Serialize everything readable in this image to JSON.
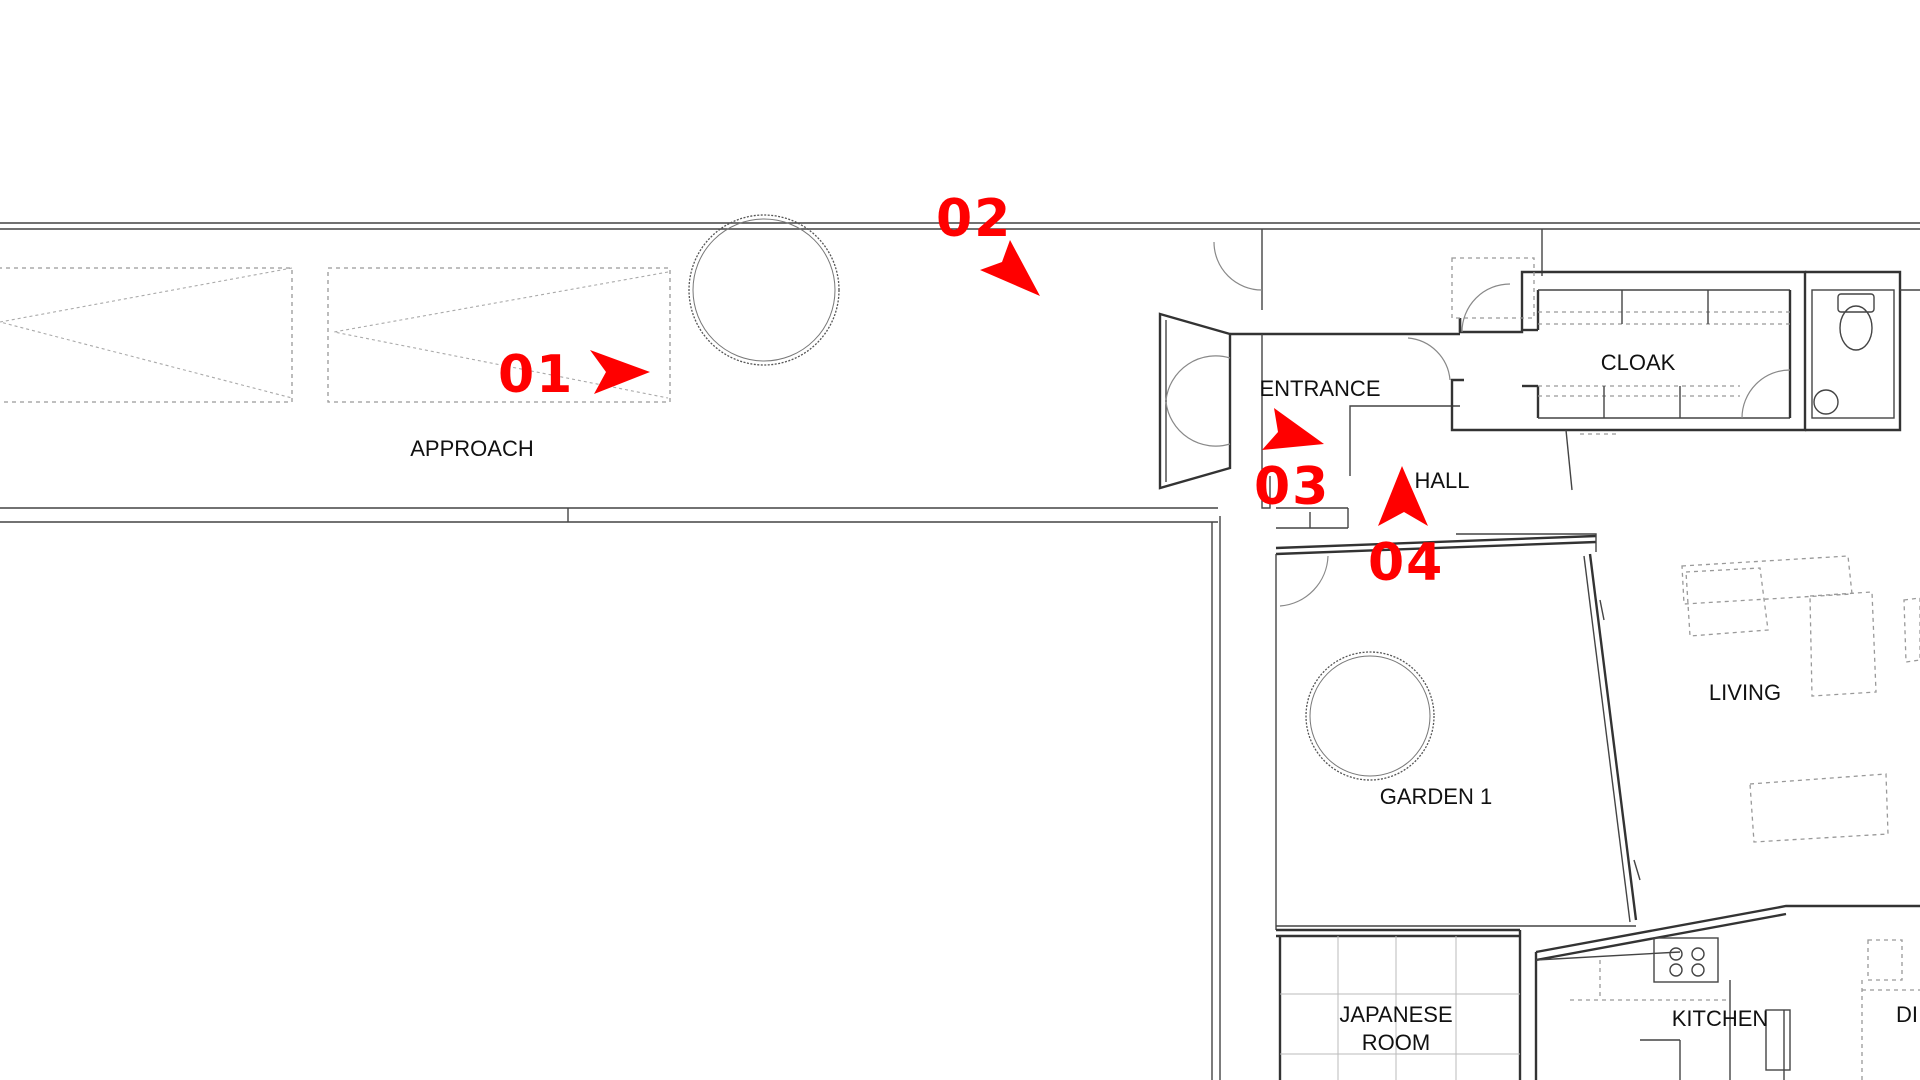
{
  "rooms": {
    "approach": "APPROACH",
    "entrance": "ENTRANCE",
    "cloak": "CLOAK",
    "hall": "HALL",
    "living": "LIVING",
    "garden1": "GARDEN 1",
    "japanese_room_line1": "JAPANESE",
    "japanese_room_line2": "ROOM",
    "kitchen": "KITCHEN",
    "dining_partial": "DI"
  },
  "markers": {
    "color": "#ff0000",
    "m01": "01",
    "m02": "02",
    "m03": "03",
    "m04": "04"
  }
}
